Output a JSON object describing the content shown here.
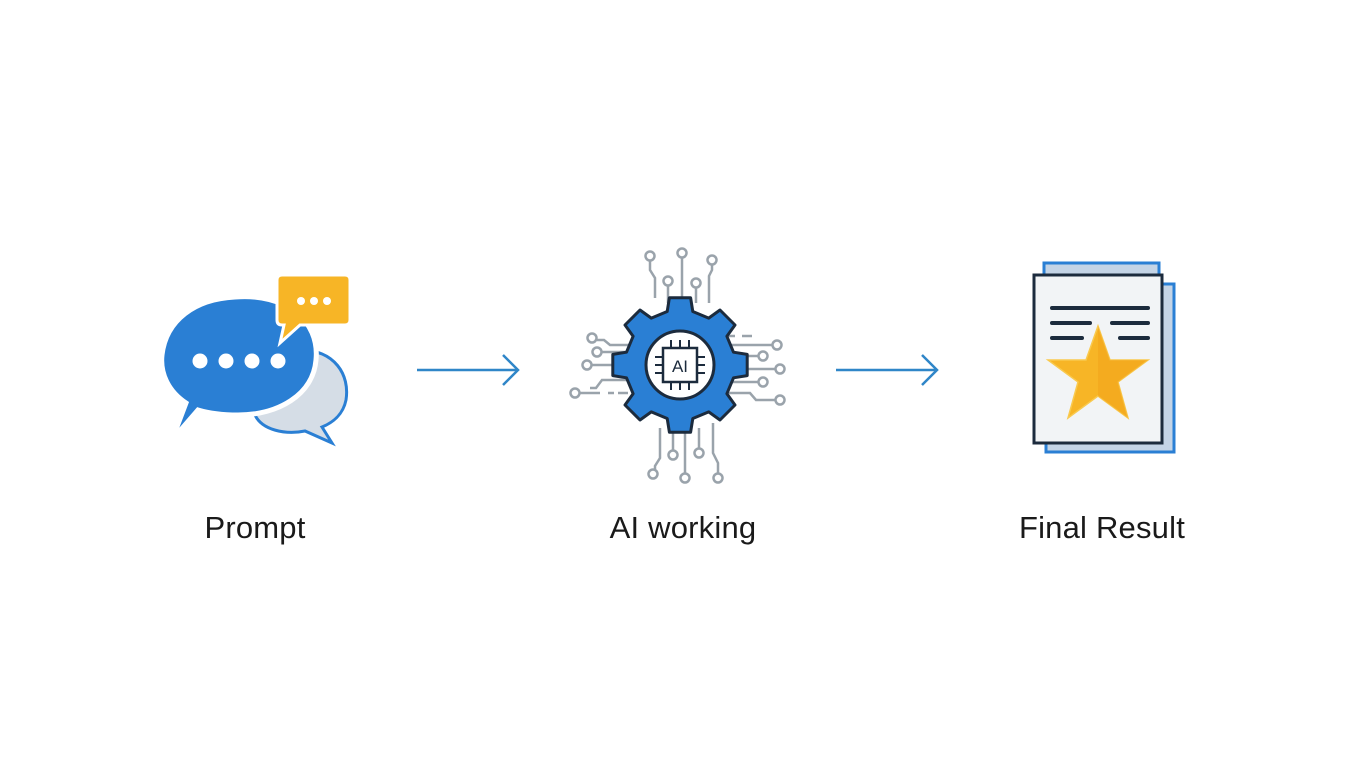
{
  "flow": {
    "steps": [
      {
        "id": "prompt",
        "label": "Prompt",
        "icon": "chat-bubbles-icon"
      },
      {
        "id": "ai",
        "label": "AI working",
        "icon": "ai-gear-chip-icon",
        "chip_text": "AI"
      },
      {
        "id": "result",
        "label": "Final Result",
        "icon": "document-star-icon"
      }
    ],
    "connectors": [
      {
        "from": "prompt",
        "to": "ai",
        "icon": "arrow-right-icon"
      },
      {
        "from": "ai",
        "to": "result",
        "icon": "arrow-right-icon"
      }
    ]
  },
  "colors": {
    "primary_blue": "#2a7fd4",
    "dark_outline": "#1c2b3d",
    "accent_yellow": "#f7b526",
    "circuit_gray": "#9aa3ab",
    "light_bubble": "#d5dde6",
    "paper": "#f2f4f6",
    "back_page": "#c4d4e6",
    "arrow": "#2f86c8"
  }
}
